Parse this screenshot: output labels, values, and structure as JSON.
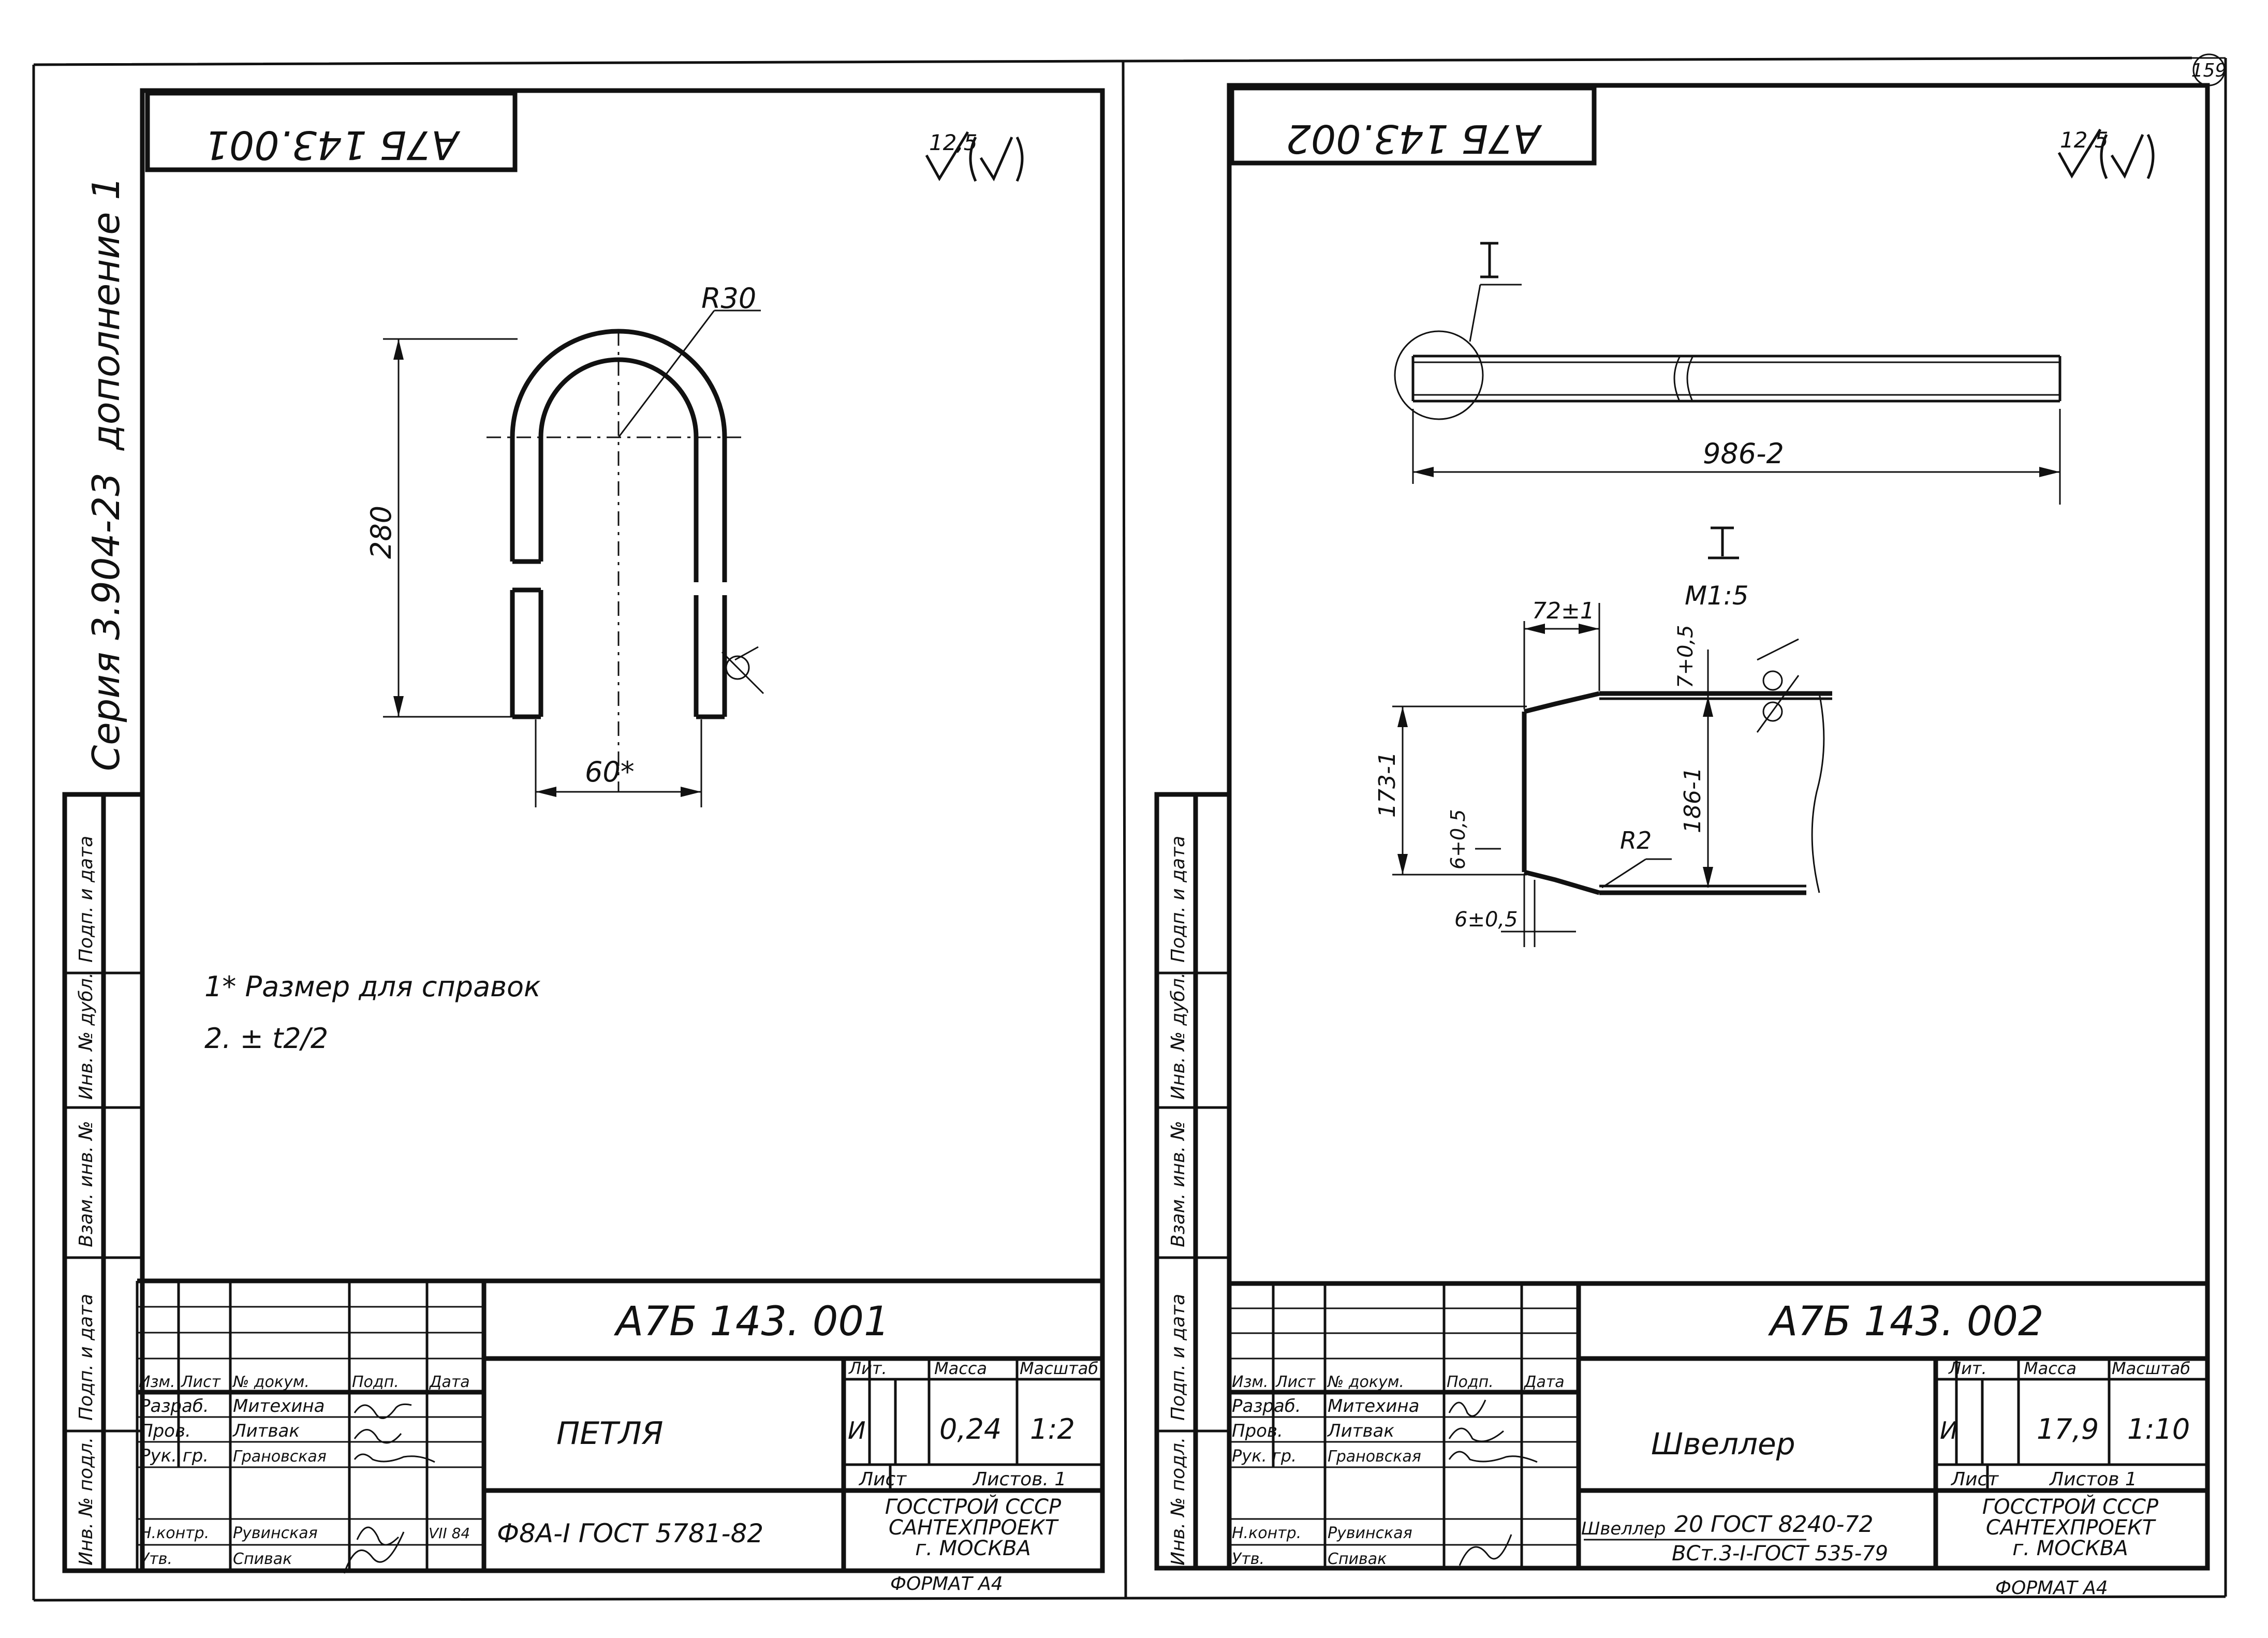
{
  "page_number": "159",
  "sheet_left": {
    "doc_code_top": "А7Б 143.001",
    "roughness": "12,5",
    "series_text": "Серия 3.904-23",
    "addendum_text": "дополнение 1",
    "drawing": {
      "radius": "R30",
      "height": "280",
      "width": "60*"
    },
    "notes": [
      "1* Размер для справок",
      "2. ± t2/2"
    ],
    "title_block": {
      "code": "А7Б 143. 001",
      "name": "ПЕТЛЯ",
      "material": "Ф8А-I ГОСТ 5781-82",
      "material_line2": "",
      "headers": {
        "izm": "Изм.",
        "list": "Лист",
        "doc": "№ докум.",
        "sign": "Подп.",
        "date": "Дата",
        "lit": "Лит.",
        "mass": "Масса",
        "scale": "Масштаб"
      },
      "lit_value": "И",
      "mass_value": "0,24",
      "scale_value": "1:2",
      "list_label": "Лист",
      "sheets_label": "Листов. 1",
      "org": [
        "ГОССТРОЙ СССР",
        "САНТЕХПРОЕКТ",
        "г. МОСКВА"
      ],
      "roles": [
        {
          "role": "Разраб.",
          "name": "Митехина"
        },
        {
          "role": "Пров.",
          "name": "Литвак"
        },
        {
          "role": "Рук. гр.",
          "name": "Грановская"
        },
        {
          "role": "",
          "name": ""
        },
        {
          "role": "Н.контр.",
          "name": "Рувинская"
        },
        {
          "role": "Утв.",
          "name": "Спивак"
        }
      ],
      "date_mark": "VII 84",
      "format": "ФОРМАТ А4"
    }
  },
  "sheet_right": {
    "doc_code_top": "А7Б 143.002",
    "roughness": "12,5",
    "drawing": {
      "detail_mark": "I",
      "length": "986-2",
      "detail_scale": "М1:5",
      "dim_72": "72±1",
      "dim_7": "7+0,5",
      "dim_173": "173-1",
      "dim_186": "186-1",
      "dim_6a": "6+0,5",
      "dim_6b": "6±0,5",
      "radius": "R2"
    },
    "title_block": {
      "code": "А7Б 143. 002",
      "name": "Швеллер",
      "material_prefix": "Швеллер",
      "material": "20 ГОСТ 8240-72",
      "material_line2": "ВСт.3-I-ГОСТ 535-79",
      "headers": {
        "izm": "Изм.",
        "list": "Лист",
        "doc": "№ докум.",
        "sign": "Подп.",
        "date": "Дата",
        "lit": "Лит.",
        "mass": "Масса",
        "scale": "Масштаб"
      },
      "lit_value": "И",
      "mass_value": "17,9",
      "scale_value": "1:10",
      "list_label": "Лист",
      "sheets_label": "Листов 1",
      "org": [
        "ГОССТРОЙ СССР",
        "САНТЕХПРОЕКТ",
        "г. МОСКВА"
      ],
      "roles": [
        {
          "role": "Разраб.",
          "name": "Митехина"
        },
        {
          "role": "Пров.",
          "name": "Литвак"
        },
        {
          "role": "Рук. гр.",
          "name": "Грановская"
        },
        {
          "role": "",
          "name": ""
        },
        {
          "role": "Н.контр.",
          "name": "Рувинская"
        },
        {
          "role": "Утв.",
          "name": "Спивак"
        }
      ],
      "format": "ФОРМАТ А4"
    }
  },
  "side_stamp": [
    "Инв. № подл.",
    "Подп. и дата",
    "Взам. инв. №",
    "Инв. № дубл.",
    "Подп. и дата"
  ]
}
